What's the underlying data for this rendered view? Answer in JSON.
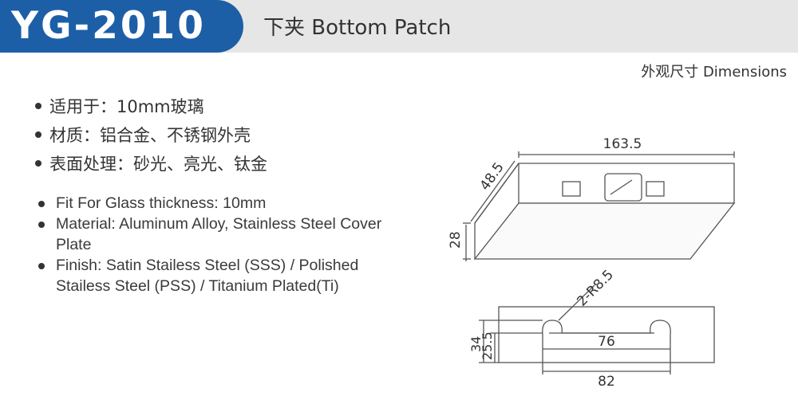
{
  "header": {
    "model_code": "YG-2010",
    "product_title": "下夹 Bottom Patch"
  },
  "dimensions_label": "外观尺寸 Dimensions",
  "specs_cn": [
    "适用于：10mm玻璃",
    "材质：铝合金、不锈钢外壳",
    "表面处理：砂光、亮光、钛金"
  ],
  "specs_en": [
    "Fit For Glass thickness: 10mm",
    "Material: Aluminum Alloy, Stainless Steel Cover Plate",
    "Finish: Satin Stailess Steel (SSS) / Polished Stailess Steel (PSS) / Titanium Plated(Ti)"
  ],
  "drawing": {
    "length": "163.5",
    "width": "48.5",
    "height": "28",
    "radius": "2-R8.5",
    "total_height": "34",
    "inner_height": "25.5",
    "inner_width": "76",
    "outer_width": "82"
  }
}
